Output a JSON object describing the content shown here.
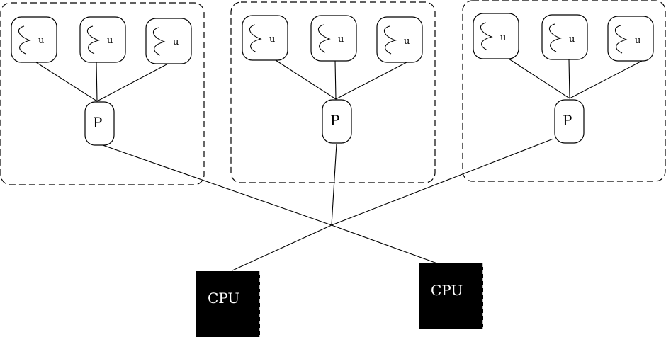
{
  "diagram": {
    "groups": [
      {
        "id": "process-group-1",
        "threads": [
          {
            "label": "u"
          },
          {
            "label": "u"
          },
          {
            "label": "u"
          }
        ],
        "process": {
          "label": "P"
        }
      },
      {
        "id": "process-group-2",
        "threads": [
          {
            "label": "u"
          },
          {
            "label": "u"
          },
          {
            "label": "u"
          }
        ],
        "process": {
          "label": "P"
        }
      },
      {
        "id": "process-group-3",
        "threads": [
          {
            "label": "u"
          },
          {
            "label": "u"
          },
          {
            "label": "u"
          }
        ],
        "process": {
          "label": "P"
        }
      }
    ],
    "cpus": [
      {
        "label": "CPU"
      },
      {
        "label": "CPU"
      }
    ],
    "colors": {
      "line": "#000000",
      "background": "#ffffff",
      "cpu_fill": "#000000",
      "cpu_text": "#ffffff"
    }
  }
}
